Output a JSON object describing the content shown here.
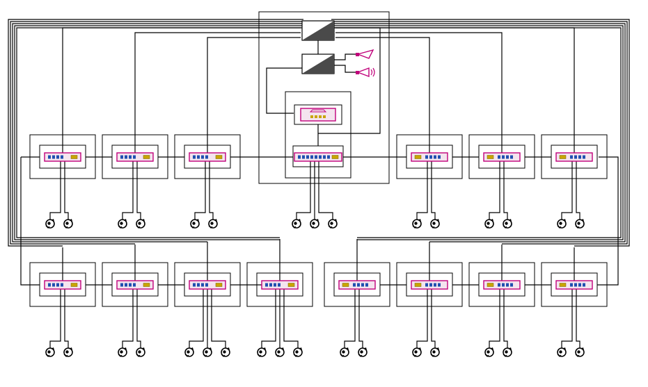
{
  "diagram": {
    "type": "network-topology",
    "colors": {
      "line": "#000000",
      "switch_outline": "#c0007a",
      "switch_fill": "#f4e4ee",
      "port": "#1f4fb0",
      "uplink_port": "#c9a400",
      "alarm": "#c0007a",
      "converter_fill": "#4a4a4a",
      "camera": "#000000"
    },
    "core": {
      "converter_top": {
        "icon": "media-converter-icon"
      },
      "converter_mid": {
        "icon": "media-converter-icon"
      },
      "nvr": {
        "icon": "nvr-recorder-icon"
      },
      "core_switch": {
        "icon": "switch-icon",
        "ports": 8
      },
      "alarm_light": {
        "icon": "alarm-light-icon"
      },
      "alarm_siren": {
        "icon": "alarm-siren-icon"
      },
      "cameras": 3
    },
    "upper_row": [
      {
        "id": "u1",
        "side": "left",
        "ports": 4,
        "cameras": 2
      },
      {
        "id": "u2",
        "side": "left",
        "ports": 4,
        "cameras": 2
      },
      {
        "id": "u3",
        "side": "left",
        "ports": 4,
        "cameras": 2
      },
      {
        "id": "u5",
        "side": "right",
        "ports": 4,
        "cameras": 2
      },
      {
        "id": "u6",
        "side": "right",
        "ports": 4,
        "cameras": 2
      },
      {
        "id": "u7",
        "side": "right",
        "ports": 4,
        "cameras": 2
      }
    ],
    "lower_row": [
      {
        "id": "l1",
        "side": "left",
        "ports": 4,
        "cameras": 2
      },
      {
        "id": "l2",
        "side": "left",
        "ports": 4,
        "cameras": 2
      },
      {
        "id": "l3",
        "side": "left",
        "ports": 4,
        "cameras": 3
      },
      {
        "id": "l4",
        "side": "left",
        "ports": 4,
        "cameras": 3
      },
      {
        "id": "l5",
        "side": "right",
        "ports": 4,
        "cameras": 2
      },
      {
        "id": "l6",
        "side": "right",
        "ports": 4,
        "cameras": 2
      },
      {
        "id": "l7",
        "side": "right",
        "ports": 4,
        "cameras": 2
      },
      {
        "id": "l8",
        "side": "right",
        "ports": 4,
        "cameras": 2
      }
    ]
  }
}
